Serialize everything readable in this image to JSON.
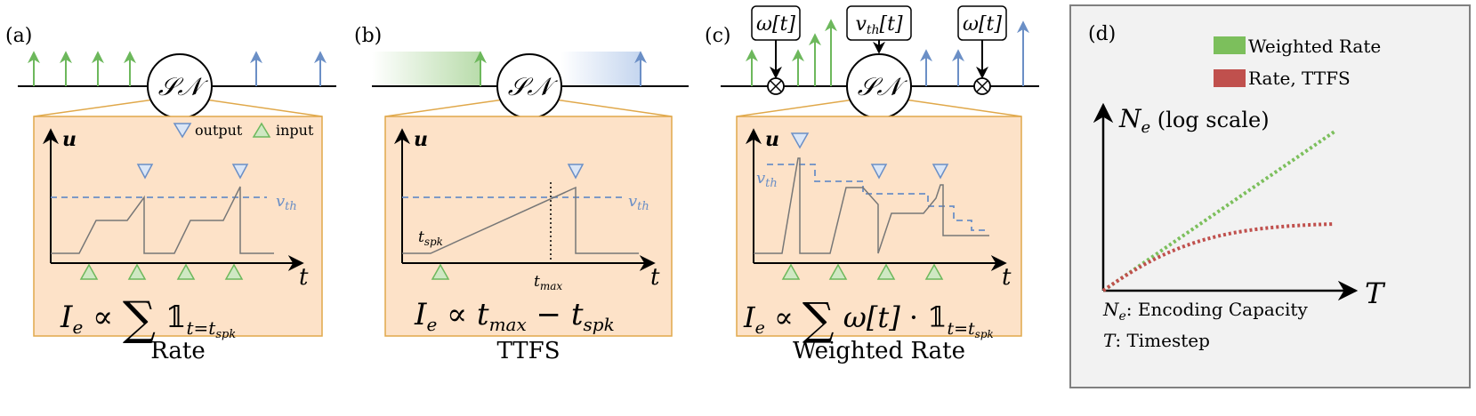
{
  "panels": [
    {
      "label": "(a)",
      "neuron": "𝒮𝒩",
      "legend": {
        "output": "output",
        "input": "input"
      },
      "axis_u": "u",
      "axis_t": "t",
      "vth": "v_th",
      "formula": "I_e ∝ ∑ 𝟙_{t=t_spk}",
      "caption": "Rate"
    },
    {
      "label": "(b)",
      "neuron": "𝒮𝒩",
      "axis_u": "u",
      "axis_t": "t",
      "vth": "v_th",
      "t_spk": "t_spk",
      "t_max": "t_max",
      "formula": "I_e ∝ t_max − t_spk",
      "caption": "TTFS"
    },
    {
      "label": "(c)",
      "neuron": "𝒮𝒩",
      "weight_box_1": "ω[t]",
      "threshold_box": "v_th[t]",
      "weight_box_2": "ω[t]",
      "axis_u": "u",
      "axis_t": "t",
      "vth": "v_th",
      "formula": "I_e ∝ ∑ ω[t] · 𝟙_{t=t_spk}",
      "caption": "Weighted Rate"
    }
  ],
  "panel_d": {
    "label": "(d)",
    "legend": [
      {
        "name": "Weighted Rate",
        "color": "#7cbf5c"
      },
      {
        "name": "Rate, TTFS",
        "color": "#c0504d"
      }
    ],
    "y_label": "N_e (log scale)",
    "x_label": "T",
    "notes": [
      {
        "sym": "N_e",
        "text": ": Encoding Capacity"
      },
      {
        "sym": "T",
        "text": ":   Timestep"
      }
    ]
  },
  "colors": {
    "box_fill": "#fde2c8",
    "box_border": "#e0a84a",
    "input_spike": "#6db85c",
    "output_spike": "#6b8fc6",
    "threshold": "#6b8fc6",
    "potential": "#777777",
    "panel_d_bg": "#f2f2f2"
  }
}
